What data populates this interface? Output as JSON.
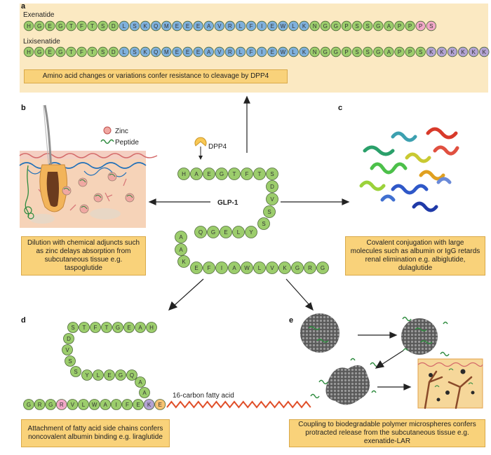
{
  "panels": {
    "a": {
      "label": "a",
      "exenatide_label": "Exenatide",
      "exenatide_seq": [
        "H",
        "G",
        "E",
        "G",
        "T",
        "F",
        "T",
        "S",
        "D",
        "L",
        "S",
        "K",
        "Q",
        "M",
        "E",
        "E",
        "E",
        "A",
        "V",
        "R",
        "L",
        "F",
        "I",
        "E",
        "W",
        "L",
        "K",
        "N",
        "G",
        "G",
        "P",
        "S",
        "S",
        "G",
        "A",
        "P",
        "P",
        "P",
        "S"
      ],
      "lixisenatide_label": "Lixisenatide",
      "lixisenatide_seq": [
        "H",
        "G",
        "E",
        "G",
        "T",
        "F",
        "T",
        "S",
        "D",
        "L",
        "S",
        "K",
        "Q",
        "M",
        "E",
        "E",
        "E",
        "A",
        "V",
        "R",
        "L",
        "F",
        "I",
        "E",
        "W",
        "L",
        "K",
        "N",
        "G",
        "G",
        "P",
        "S",
        "S",
        "G",
        "A",
        "P",
        "P",
        "S",
        "K",
        "K",
        "K",
        "K",
        "K",
        "K"
      ],
      "caption": "Amino acid changes or variations confer resistance to cleavage by DPP4"
    },
    "b": {
      "label": "b",
      "legend_zinc": "Zinc",
      "legend_peptide": "Peptide",
      "caption": "Dilution with chemical adjuncts such as zinc delays absorption from subcutaneous tissue e.g. taspoglutide"
    },
    "c": {
      "label": "c",
      "caption": "Covalent conjugation with large molecules such as albumin or IgG retards renal elimination e.g. albiglutide, dulaglutide"
    },
    "center": {
      "dpp4_label": "DPP4",
      "glp1_label": "GLP-1",
      "row1": [
        "H",
        "A",
        "E",
        "G",
        "T",
        "F",
        "T",
        "S"
      ],
      "col_down": [
        "D",
        "V",
        "S",
        "S"
      ],
      "row2": [
        "Y",
        "L",
        "E",
        "G",
        "Q"
      ],
      "col_left": [
        "A",
        "A",
        "K"
      ],
      "row3": [
        "E",
        "F",
        "I",
        "A",
        "W",
        "L",
        "V",
        "K",
        "G",
        "R",
        "G"
      ]
    },
    "d": {
      "label": "d",
      "row1": [
        "S",
        "T",
        "F",
        "T",
        "G",
        "E",
        "A",
        "H"
      ],
      "col_down": [
        "D",
        "V",
        "S",
        "S"
      ],
      "row2": [
        "Y",
        "L",
        "E",
        "G",
        "Q"
      ],
      "col_right": [
        "A",
        "A"
      ],
      "bottom": [
        "G",
        "R",
        "G",
        "R",
        "V",
        "L",
        "W",
        "A",
        "I",
        "F",
        "E",
        "K",
        "E"
      ],
      "fatty_acid_label": "16-carbon fatty acid",
      "caption": "Attachment of fatty acid side chains confers noncovalent albumin binding e.g. liraglutide"
    },
    "e": {
      "label": "e",
      "caption": "Coupling to biodegradable polymer microspheres confers protracted release from the subcutaneous tissue e.g. exenatide-LAR"
    }
  },
  "colors": {
    "green_bead": "#9ccd6c",
    "blue_bead": "#7fb0dc",
    "pink_bead": "#f2a8c8",
    "purple_bead": "#b3a3d3",
    "orange_bead": "#f6c272",
    "caption_fill": "#f9d27a",
    "panel_a_bg": "#fbe9c2",
    "skin": "#f6d3b8"
  }
}
